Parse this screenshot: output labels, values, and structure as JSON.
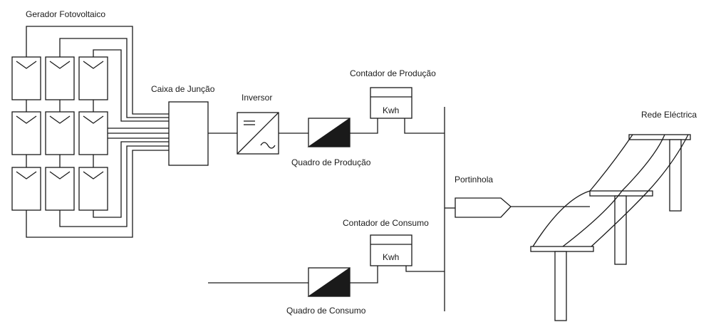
{
  "labels": {
    "generator": "Gerador Fotovoltaico",
    "junction_box": "Caixa de Junção",
    "inverter": "Inversor",
    "production_meter": "Contador de Produção",
    "production_panel": "Quadro de Produção",
    "consumption_meter": "Contador de Consumo",
    "consumption_panel": "Quadro de Consumo",
    "portinhola": "Portinhola",
    "grid": "Rede Eléctrica",
    "kwh_production": "Kwh",
    "kwh_consumption": "Kwh"
  },
  "colors": {
    "line": "#1a1a1a",
    "fill": "#1a1a1a",
    "background": "#ffffff"
  }
}
